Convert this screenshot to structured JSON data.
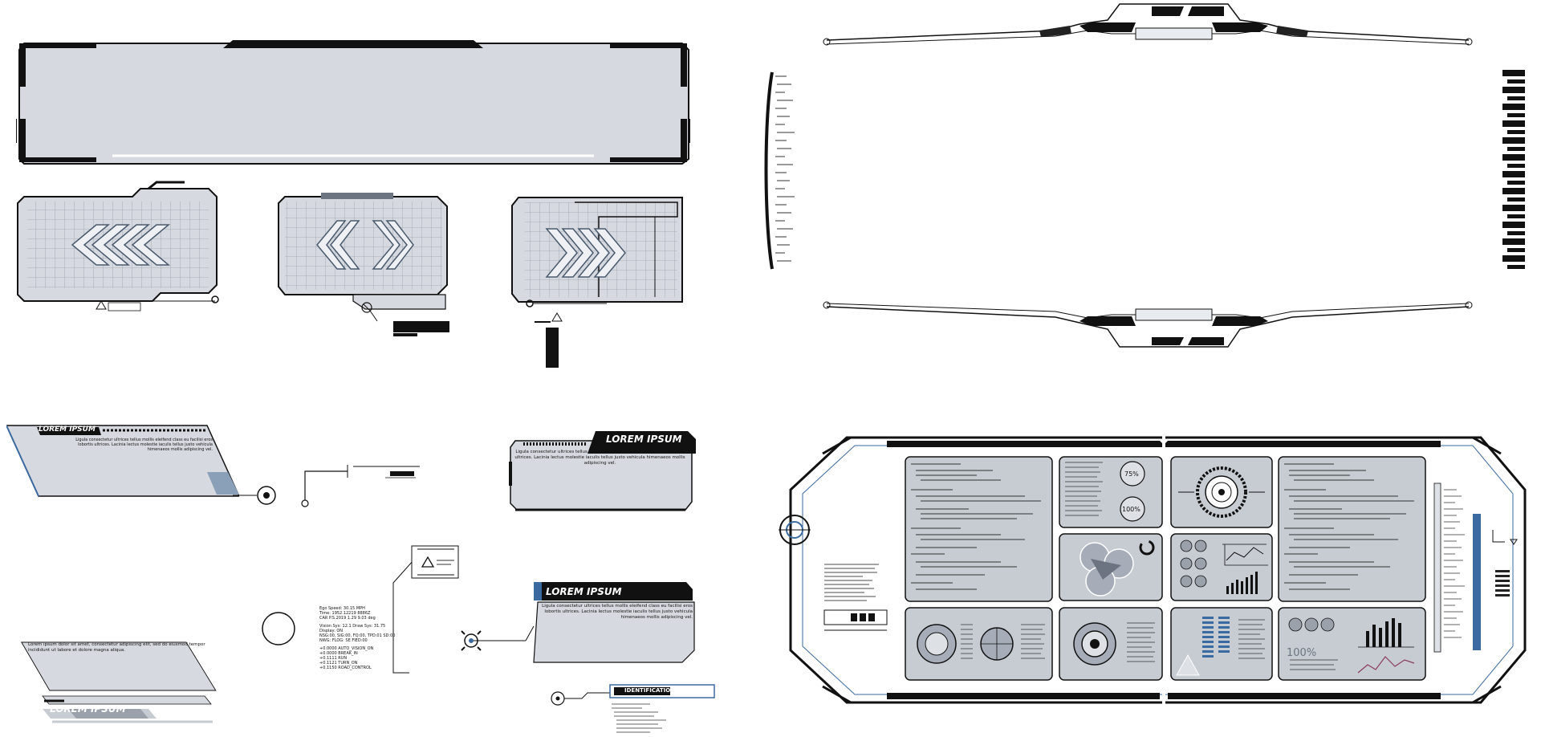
{
  "headings": {
    "lorem_ipsum_1": "LOREM IPSUM",
    "lorem_ipsum_2": "LOREM IPSUM",
    "lorem_ipsum_3": "LOREM IPSUM",
    "lorem_ipsum_4": "LOREM IPSUM",
    "identification": "IDENTIFICATION"
  },
  "texts": {
    "para_1": "Ligula consectetur ultrices tellus mollis eleifend class eu facilisi eros lobortis ultrices. Lacinia lectus molestie iaculis tellus justo vehicula himenaeos mollis adipiscing vel.",
    "para_2": "Ligula consectetur ultrices tellus mollis eleifend class eu facilisi eros lobortis ultrices. Lacinia lectus molestie iaculis tellus justo vehicula himenaeos mollis adipiscing vel.",
    "para_3": "Ligula consectetur ultrices tellus mollis eleifend class eu facilisi eros lobortis ultrices. Lacinia lectus molestie iaculis tellus justo vehicula himenaeos mollis adipiscing vel.",
    "para_4": "Lorem ipsum dolor sit amet, consectetur adipiscing elit, sed do eiusmod tempor incididunt ut labore et dolore magna aliqua."
  },
  "readout": {
    "lines": [
      "Ego Speed: 30.15 MPH",
      "Time: 1952.12219 8886Z",
      "CAR P.S.2019 1.29 9.03 deg",
      "Vision Sys: 12.1 Draw Sys: 31.75 Display: ON",
      "NSG:00, SIG:00, FQ:00, TPD:01 SD:00",
      "NWG: FLOG: SE FIED:00",
      "+0.0000  AUTO_VISION_ON",
      "+0.0000  BREAK_IN",
      "+0.1111  RUN",
      "+0.1121  TURN_ON",
      "+0.1150  ROAD_CONTROL"
    ]
  },
  "dashboard": {
    "percent_1": "75%",
    "percent_2": "100%",
    "percent_3": "100%"
  },
  "colors": {
    "panel_fill": "#d6d9df",
    "dark": "#111111",
    "accent_blue": "#3b6aa0",
    "grid": "#9aa1ab"
  },
  "icons": [
    "warning-icon",
    "chevron-left-icon",
    "chevron-right-icon",
    "target-icon",
    "crosshair-icon"
  ]
}
